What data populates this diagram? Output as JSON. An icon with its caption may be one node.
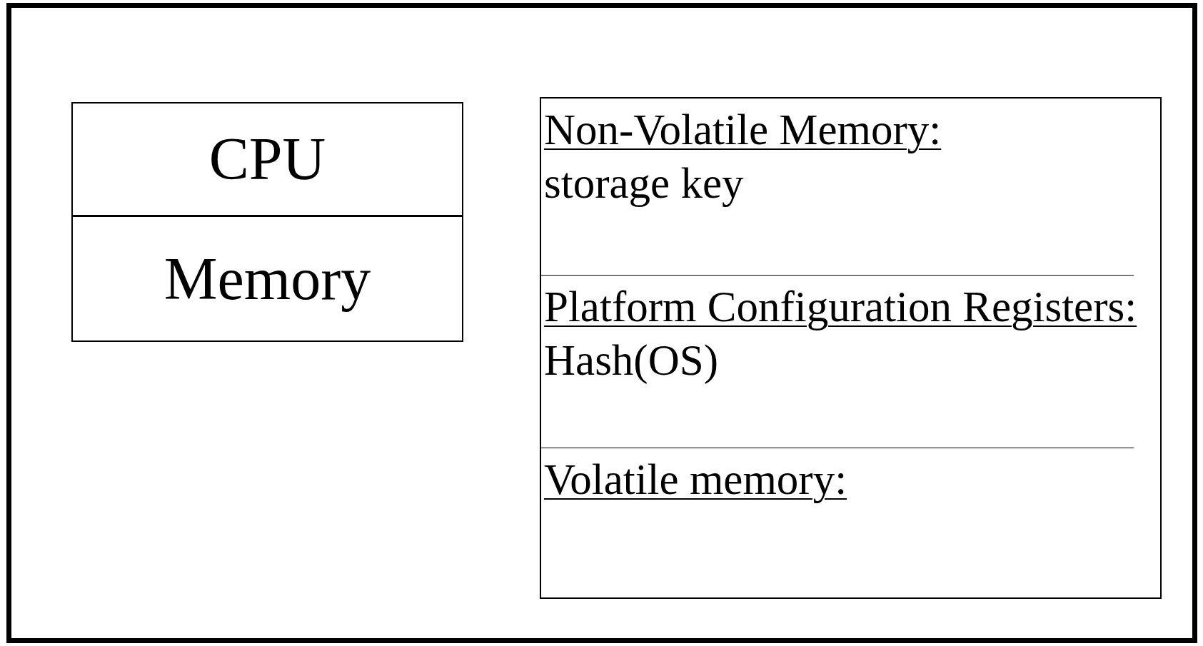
{
  "diagram": {
    "nodes": [
      {
        "text": [],
        "shape": "box"
      },
      {
        "text": [
          "CPU"
        ],
        "in": 0
      },
      {
        "text": [
          "Memory"
        ],
        "in": 0
      },
      {
        "text": [],
        "shape": "box",
        "in": 0
      },
      {
        "text": [
          "Non-Volatile Memory:",
          "storage key"
        ],
        "in": 3
      },
      {
        "text": [
          "Platform Configuration Registers:",
          "Hash(OS)"
        ],
        "in": 3
      },
      {
        "text": [
          "Volatile memory:"
        ],
        "in": 3
      }
    ]
  }
}
